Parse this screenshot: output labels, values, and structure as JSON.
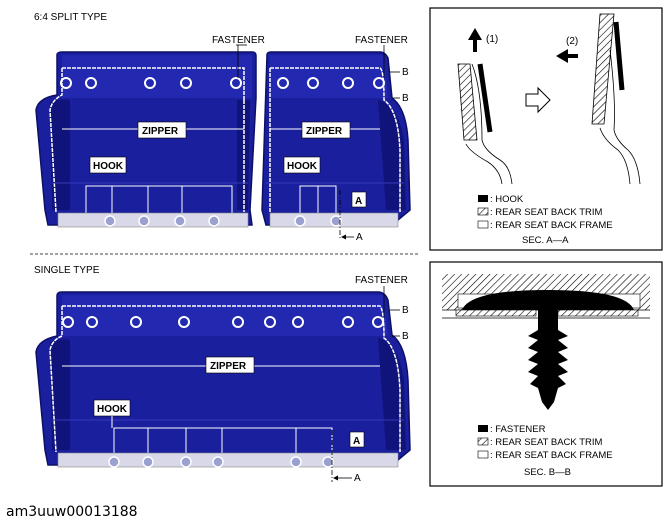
{
  "sections": {
    "split_title": "6:4 SPLIT TYPE",
    "single_title": "SINGLE TYPE"
  },
  "labels": {
    "fastener": "FASTENER",
    "zipper": "ZIPPER",
    "hook": "HOOK",
    "a": "A",
    "b": "B"
  },
  "sec_a": {
    "arrow_1": "(1)",
    "arrow_2": "(2)",
    "legend": [
      ": HOOK",
      ": REAR SEAT BACK TRIM",
      ": REAR SEAT BACK FRAME"
    ],
    "title": "SEC. A—A"
  },
  "sec_b": {
    "legend": [
      ": FASTENER",
      ": REAR SEAT BACK TRIM",
      ": REAR SEAT BACK FRAME"
    ],
    "title": "SEC. B—B"
  },
  "figure_code": "am3uuw00013188",
  "colors": {
    "seat_blue": "#1a1f9e",
    "seat_dark": "#0c1066",
    "outline": "#ffffff"
  }
}
